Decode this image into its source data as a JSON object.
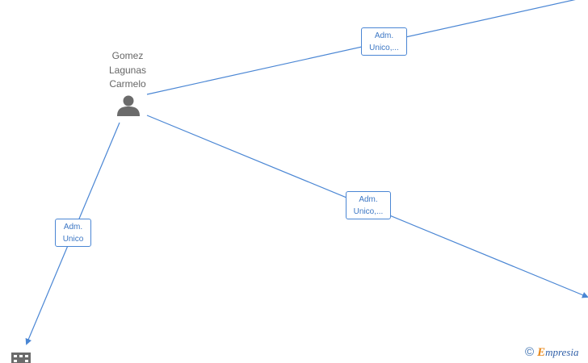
{
  "person": {
    "name_lines": [
      "Gomez",
      "Lagunas",
      "Carmelo"
    ],
    "icon": "person-icon"
  },
  "company_icon": "building-icon",
  "edges": [
    {
      "id": "top-right",
      "label_lines": [
        "Adm.",
        "Unico,..."
      ]
    },
    {
      "id": "right",
      "label_lines": [
        "Adm.",
        "Unico,..."
      ]
    },
    {
      "id": "bottom-left",
      "label_lines": [
        "Adm.",
        "Unico"
      ]
    }
  ],
  "brand": {
    "copyright_symbol": "©",
    "name_first": "E",
    "name_rest": "mpresia"
  },
  "colors": {
    "edge": "#4a86d4",
    "node_icon": "#6b6b6b",
    "brand_accent": "#e8891c"
  }
}
